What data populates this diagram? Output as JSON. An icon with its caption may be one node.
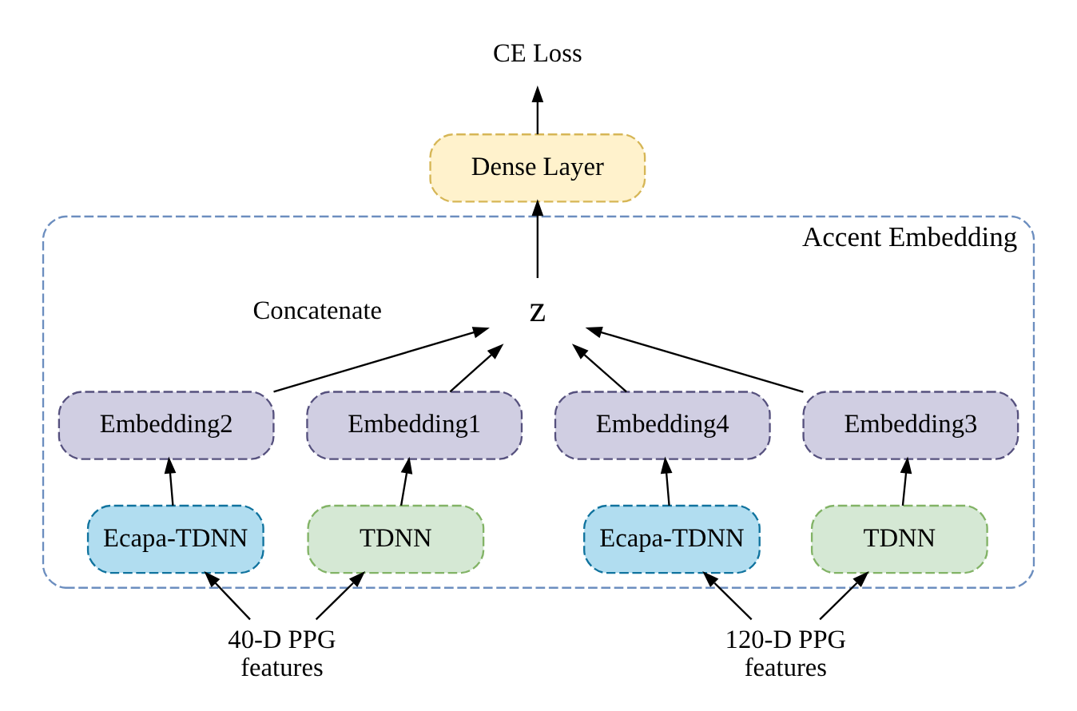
{
  "diagram": {
    "nodes": [
      {
        "text": [
          "CE Loss"
        ]
      },
      {
        "text": [
          "Dense Layer"
        ]
      },
      {
        "text": [
          "Accent Embedding"
        ]
      },
      {
        "text": [
          "z"
        ],
        "in": 2
      },
      {
        "text": [
          "Embedding1"
        ],
        "in": 2
      },
      {
        "text": [
          "Embedding2"
        ],
        "in": 2
      },
      {
        "text": [
          "Embedding3"
        ],
        "in": 2
      },
      {
        "text": [
          "Embedding4"
        ],
        "in": 2
      },
      {
        "text": [
          "TDNN"
        ],
        "in": 2
      },
      {
        "text": [
          "Ecapa-TDNN"
        ],
        "in": 2
      },
      {
        "text": [
          "TDNN"
        ],
        "in": 2
      },
      {
        "text": [
          "Ecapa-TDNN"
        ],
        "in": 2
      },
      {
        "text": [
          "40-D PPG features"
        ]
      },
      {
        "text": [
          "120-D PPG features"
        ]
      }
    ],
    "edges": [
      {
        "from": 12,
        "to": 8,
        "arrow": "to"
      },
      {
        "from": 12,
        "to": 9,
        "arrow": "to"
      },
      {
        "from": 13,
        "to": 10,
        "arrow": "to"
      },
      {
        "from": 13,
        "to": 11,
        "arrow": "to"
      },
      {
        "from": 8,
        "to": 4,
        "arrow": "to"
      },
      {
        "from": 9,
        "to": 5,
        "arrow": "to"
      },
      {
        "from": 10,
        "to": 6,
        "arrow": "to"
      },
      {
        "from": 11,
        "to": 7,
        "arrow": "to"
      },
      {
        "from": 4,
        "to": 3,
        "arrow": "to"
      },
      {
        "from": 5,
        "to": 3,
        "arrow": "to"
      },
      {
        "from": 6,
        "to": 3,
        "arrow": "to"
      },
      {
        "from": 7,
        "to": 3,
        "arrow": "to"
      },
      {
        "from": 3,
        "to": 1,
        "arrow": "to"
      },
      {
        "from": 1,
        "to": 0,
        "arrow": "to"
      }
    ],
    "labels": [
      "Concatenate"
    ]
  }
}
